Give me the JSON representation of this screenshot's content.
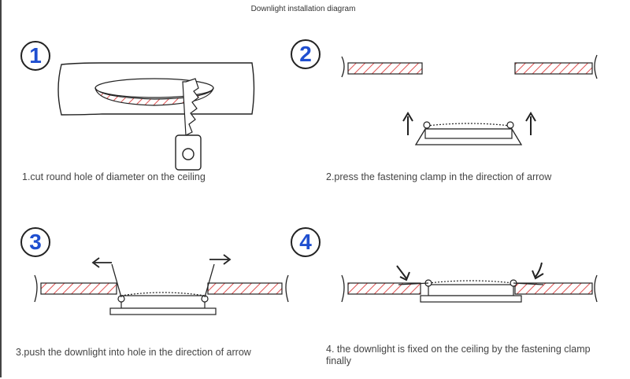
{
  "title": "Downlight installation diagram",
  "steps": [
    {
      "number": "1",
      "caption": "1.cut round hole of diameter  on the ceiling"
    },
    {
      "number": "2",
      "caption": "2.press the fastening clamp in the direction of arrow"
    },
    {
      "number": "3",
      "caption": "3.push the downlight into hole in the direction of arrow"
    },
    {
      "number": "4",
      "caption": "4. the downlight is fixed on the ceiling by the fastening clamp finally"
    }
  ],
  "colors": {
    "accent_number": "#1f4fd0",
    "hatch": "#e05050",
    "line": "#222222"
  }
}
